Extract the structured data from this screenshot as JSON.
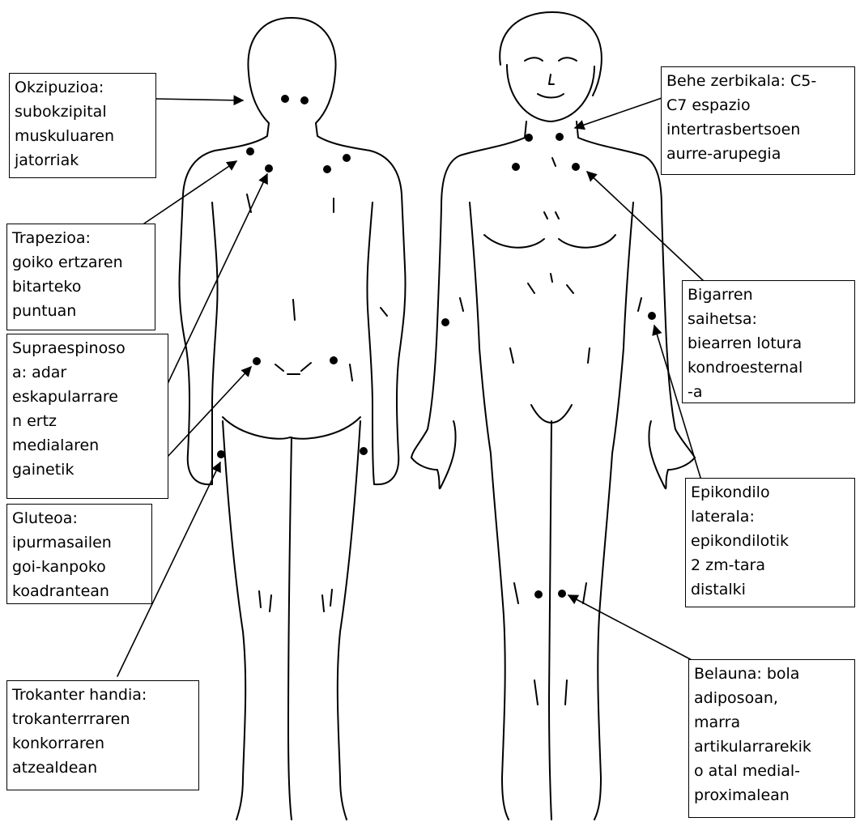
{
  "labels": {
    "okzipuzioa": [
      "Okzipuzioa:",
      "subokzipital",
      "muskuluaren",
      "jatorriak"
    ],
    "trapezioa": [
      "Trapezioa:",
      "goiko ertzaren",
      "bitarteko",
      "puntuan"
    ],
    "supraespinosoa": [
      "Supraespinoso",
      "a: adar",
      "eskapularrare",
      "n ertz",
      "medialaren",
      "gainetik"
    ],
    "gluteoa": [
      "Gluteoa:",
      "ipurmasailen",
      "goi-kanpoko",
      "koadrantean"
    ],
    "trokanter": [
      "Trokanter handia:",
      "trokanterrraren",
      "konkorraren",
      "atzealdean"
    ],
    "behe_zerbikala": [
      "Behe zerbikala: C5-",
      "C7 espazio",
      "intertrasbertsoen",
      "aurre-arupegia"
    ],
    "bigarren_saihetsa": [
      "Bigarren",
      "saihetsa:",
      "biearren lotura",
      "kondroesternal",
      "-a"
    ],
    "epikondilo": [
      "Epikondilo",
      "laterala:",
      "epikondilotik",
      "2 zm-tara",
      "distalki"
    ],
    "belauna": [
      "Belauna: bola",
      "adiposoan,",
      "marra",
      "artikularrarekik",
      "o atal medial-",
      "proximalean"
    ]
  },
  "figures": [
    "back-view-figure",
    "front-view-figure"
  ],
  "colors": {
    "line": "#000000",
    "background": "#ffffff"
  }
}
